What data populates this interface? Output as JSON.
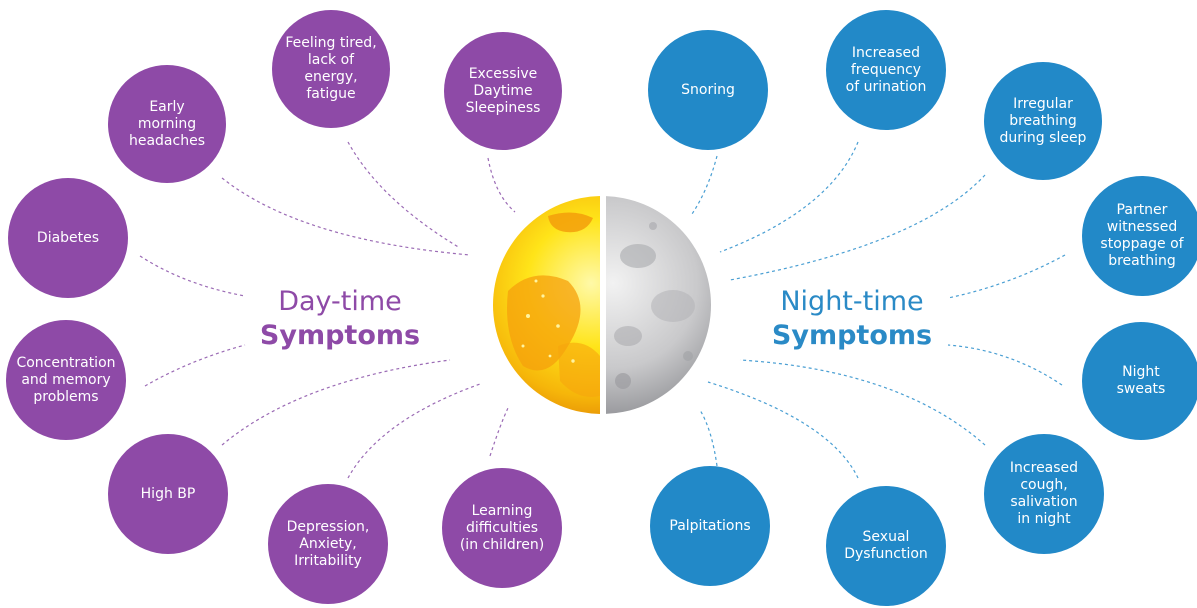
{
  "day_heading": {
    "line1": "Day-time",
    "line2": "Symptoms"
  },
  "night_heading": {
    "line1": "Night-time",
    "line2": "Symptoms"
  },
  "colors": {
    "day": "#8e4aa7",
    "night": "#2289c8",
    "connector_day": "#9b6bb5",
    "connector_night": "#4a9fd3"
  },
  "day_symptoms": [
    "Feeling tired,\nlack of energy,\nfatigue",
    "Excessive\nDaytime\nSleepiness",
    "Early morning\nheadaches",
    "Diabetes",
    "Concentration\nand memory\nproblems",
    "High BP",
    "Depression,\nAnxiety,\nIrritability",
    "Learning\ndifficulties\n(in children)"
  ],
  "night_symptoms": [
    "Snoring",
    "Increased\nfrequency\nof urination",
    "Irregular\nbreathing\nduring sleep",
    "Partner\nwitnessed\nstoppage of\nbreathing",
    "Night\nsweats",
    "Increased\ncough,\nsalivation\nin night",
    "Sexual\nDysfunction",
    "Palpitations"
  ],
  "center_icons": {
    "left": "sun-icon",
    "right": "moon-icon"
  }
}
